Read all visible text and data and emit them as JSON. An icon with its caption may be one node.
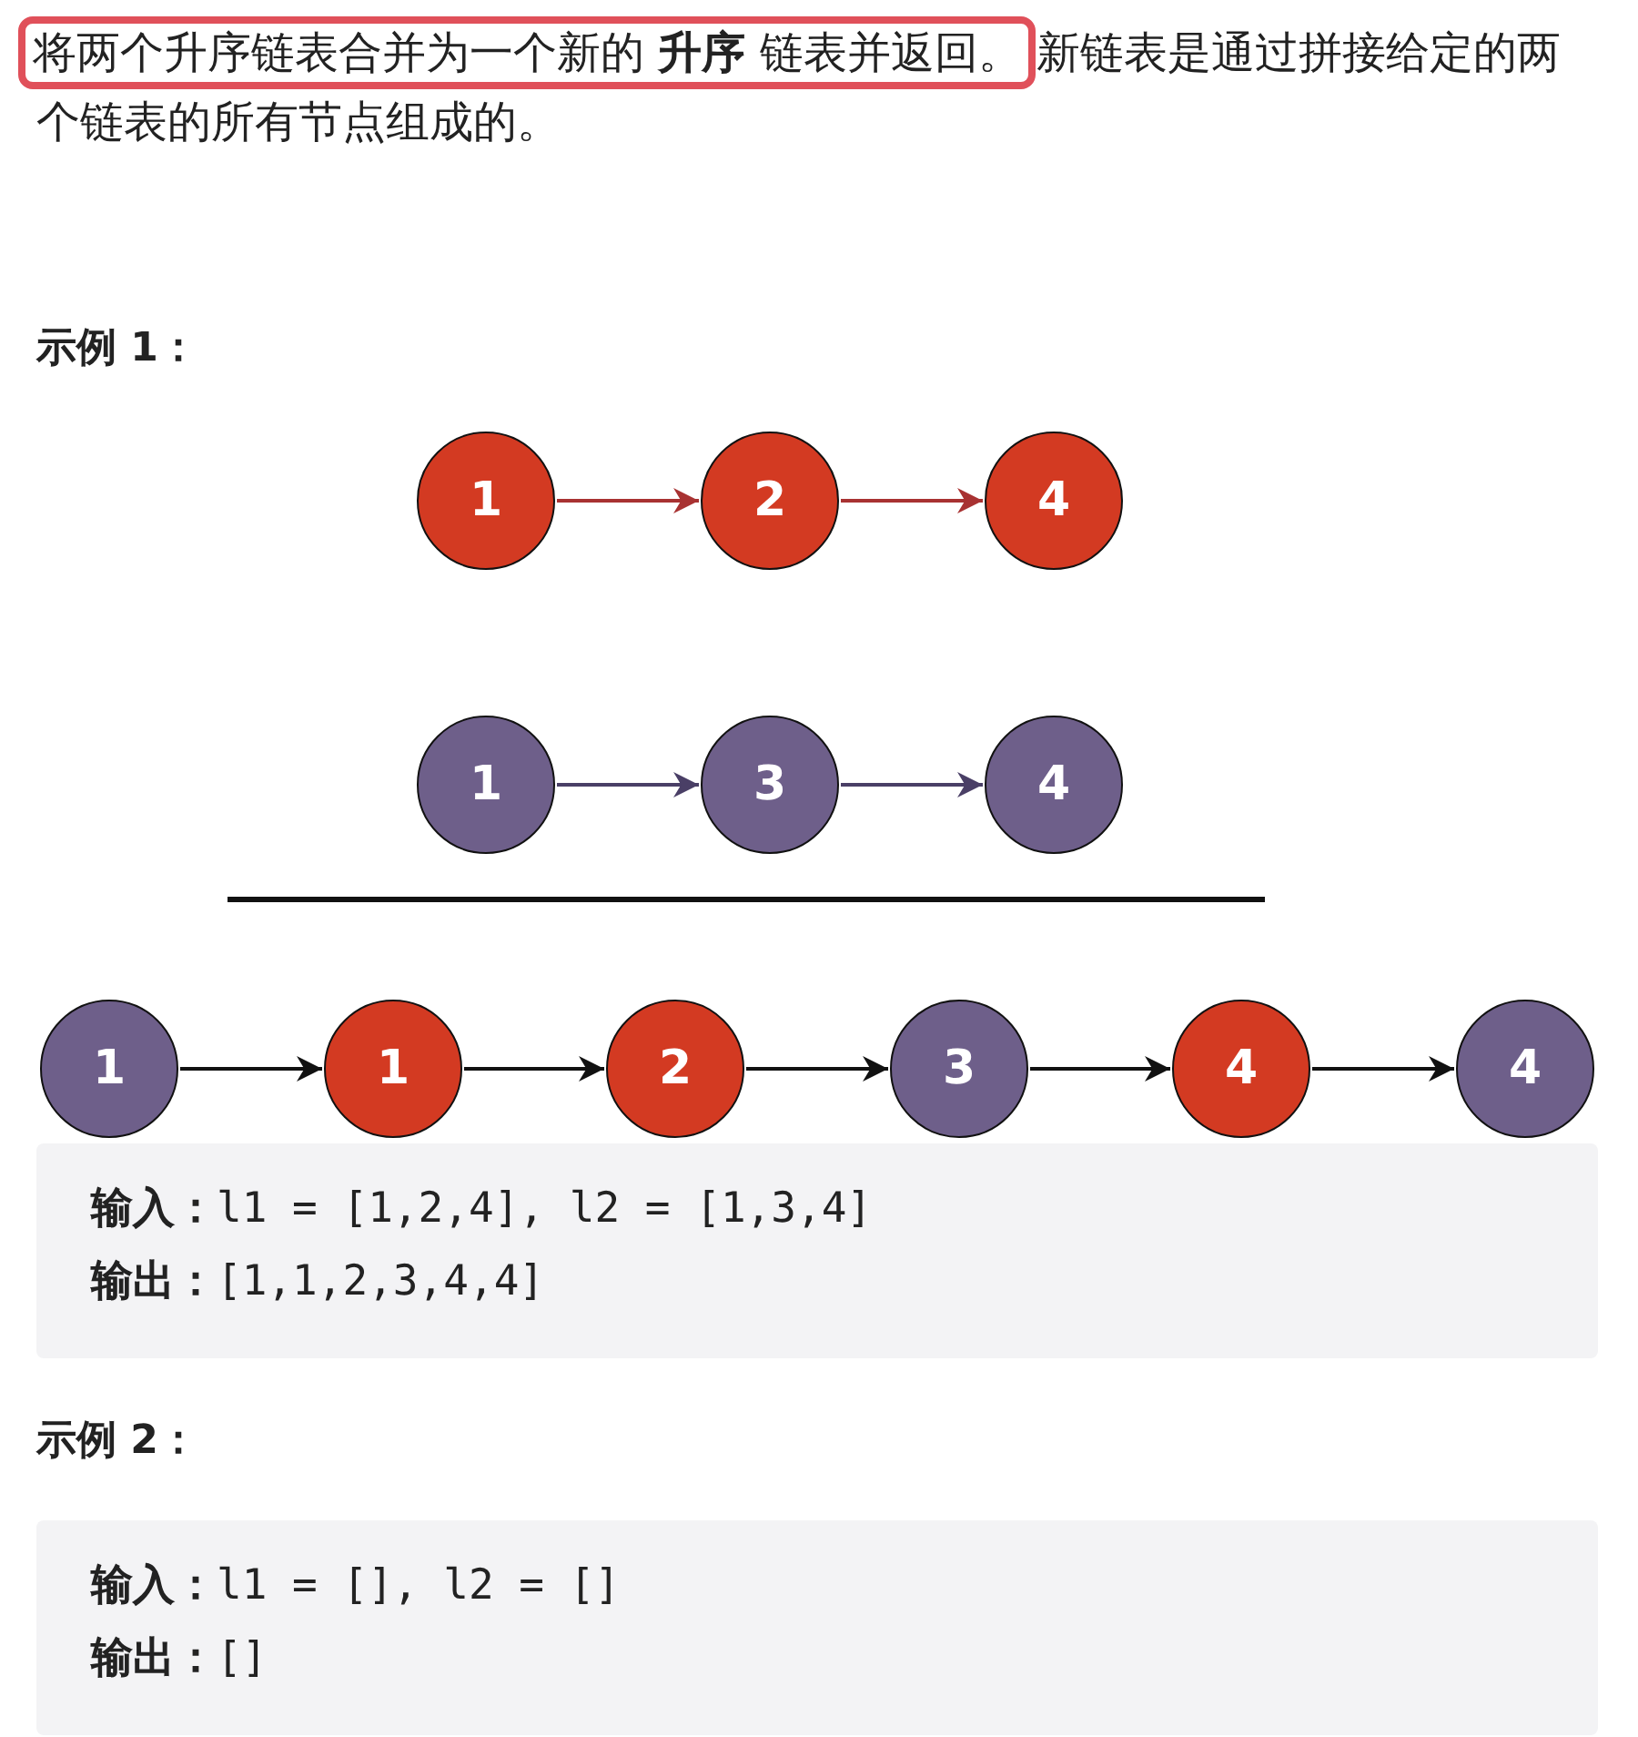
{
  "diagram": {
    "nodes": [
      {
        "text": [
          "1"
        ]
      },
      {
        "text": [
          "2"
        ]
      },
      {
        "text": [
          "4"
        ]
      },
      {
        "text": [
          "1"
        ]
      },
      {
        "text": [
          "3"
        ]
      },
      {
        "text": [
          "4"
        ]
      },
      {
        "text": [
          "1"
        ]
      },
      {
        "text": [
          "1"
        ]
      },
      {
        "text": [
          "2"
        ]
      },
      {
        "text": [
          "3"
        ]
      },
      {
        "text": [
          "4"
        ]
      },
      {
        "text": [
          "4"
        ]
      }
    ],
    "edges": [
      {
        "from": 0,
        "to": 1,
        "arrow": "to",
        "color": "#a83232"
      },
      {
        "from": 1,
        "to": 2,
        "arrow": "to",
        "color": "#a83232"
      },
      {
        "from": 3,
        "to": 4,
        "arrow": "to",
        "color": "#4a3f66"
      },
      {
        "from": 4,
        "to": 5,
        "arrow": "to",
        "color": "#4a3f66"
      },
      {
        "from": 6,
        "to": 7,
        "arrow": "to"
      },
      {
        "from": 7,
        "to": 8,
        "arrow": "to"
      },
      {
        "from": 8,
        "to": 9,
        "arrow": "to"
      },
      {
        "from": 9,
        "to": 10,
        "arrow": "to"
      },
      {
        "from": 10,
        "to": 11,
        "arrow": "to"
      }
    ],
    "labels": [
      "将两个升序链表合并为一个新的 **升序** 链表并返回。",
      "新链表是通过拼接给定的两个链表的所有节点组成的。",
      "示例 1：",
      "**输入：**l1 = [1,2,4], l2 = [1,3,4]",
      "**输出：**[1,1,2,3,4,4]",
      "示例 2：",
      "**输入：**l1 = [], l2 = []",
      "**输出：**[]"
    ]
  }
}
